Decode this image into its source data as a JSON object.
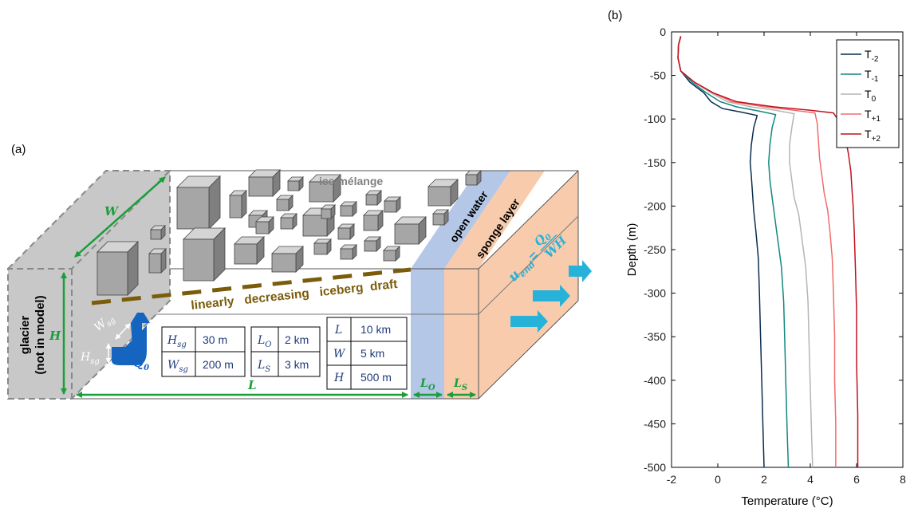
{
  "panel_a": {
    "label": "(a)",
    "glacier_lines": [
      "glacier",
      "(not in model)"
    ],
    "ice_melange": "ice mélange",
    "open_water": "open water",
    "sponge_layer": "sponge layer",
    "iceberg_draft": "linearly   decreasing   iceberg  draft",
    "dims": {
      "W": "W",
      "H": "H",
      "L": "L",
      "Lo": "L",
      "Lo_sub": "O",
      "Ls": "L",
      "Ls_sub": "S",
      "Wsg": "W",
      "Wsg_sub": "sg",
      "Hsg": "H",
      "Hsg_sub": "sg",
      "Q0": "Q",
      "Q0_sub": "0"
    },
    "formula": {
      "u": "u",
      "u_sub": "end",
      "eq": "=",
      "num": "Q",
      "num_sub": "0",
      "den": "WH"
    },
    "table1": [
      {
        "sym": "H",
        "sub": "sg",
        "val": "30 m"
      },
      {
        "sym": "W",
        "sub": "sg",
        "val": "200 m"
      }
    ],
    "table2": [
      {
        "sym": "L",
        "sub": "O",
        "val": "2 km"
      },
      {
        "sym": "L",
        "sub": "S",
        "val": "3 km"
      }
    ],
    "table3": [
      {
        "sym": "L",
        "sub": "",
        "val": "10 km"
      },
      {
        "sym": "W",
        "sub": "",
        "val": "5 km"
      },
      {
        "sym": "H",
        "sub": "",
        "val": "500 m"
      }
    ],
    "colors": {
      "green": "#1a9e3a",
      "brown": "#7a5c0a",
      "blue": "#1565c0",
      "cyan": "#27b3d9",
      "open_water": "#b4c7e7",
      "sponge": "#f8cbad",
      "glacier": "#c8c8c8",
      "iceberg": "#a6a6a6",
      "navy": "#1f3b7a"
    }
  },
  "panel_b": {
    "label": "(b)",
    "chart_data": {
      "type": "line",
      "xlabel": "Temperature (°C)",
      "ylabel": "Depth (m)",
      "xlim": [
        -2,
        8
      ],
      "ylim": [
        -500,
        0
      ],
      "xticks": [
        -2,
        0,
        2,
        4,
        6,
        8
      ],
      "yticks": [
        0,
        -50,
        -100,
        -150,
        -200,
        -250,
        -300,
        -350,
        -400,
        -450,
        -500
      ],
      "grid": false,
      "legend_position": "top-right",
      "series": [
        {
          "name": "T",
          "sub": "-2",
          "color": "#0b2d4f",
          "points": [
            [
              -1.6,
              -5
            ],
            [
              -1.7,
              -15
            ],
            [
              -1.72,
              -30
            ],
            [
              -1.6,
              -45
            ],
            [
              -1.2,
              -58
            ],
            [
              -0.6,
              -70
            ],
            [
              -0.3,
              -80
            ],
            [
              0.2,
              -88
            ],
            [
              1.0,
              -92
            ],
            [
              1.7,
              -96
            ],
            [
              1.55,
              -110
            ],
            [
              1.45,
              -130
            ],
            [
              1.4,
              -150
            ],
            [
              1.45,
              -165
            ],
            [
              1.5,
              -185
            ],
            [
              1.55,
              -205
            ],
            [
              1.65,
              -230
            ],
            [
              1.75,
              -260
            ],
            [
              1.8,
              -300
            ],
            [
              1.85,
              -350
            ],
            [
              1.9,
              -400
            ],
            [
              1.95,
              -450
            ],
            [
              2.0,
              -500
            ]
          ]
        },
        {
          "name": "T",
          "sub": "-1",
          "color": "#12877f",
          "points": [
            [
              -1.6,
              -5
            ],
            [
              -1.7,
              -15
            ],
            [
              -1.72,
              -30
            ],
            [
              -1.6,
              -45
            ],
            [
              -1.1,
              -58
            ],
            [
              -0.5,
              -70
            ],
            [
              0.1,
              -80
            ],
            [
              0.8,
              -86
            ],
            [
              1.8,
              -91
            ],
            [
              2.5,
              -95
            ],
            [
              2.35,
              -110
            ],
            [
              2.25,
              -130
            ],
            [
              2.2,
              -150
            ],
            [
              2.25,
              -170
            ],
            [
              2.35,
              -190
            ],
            [
              2.45,
              -210
            ],
            [
              2.6,
              -240
            ],
            [
              2.75,
              -270
            ],
            [
              2.85,
              -310
            ],
            [
              2.9,
              -360
            ],
            [
              2.95,
              -410
            ],
            [
              3.0,
              -460
            ],
            [
              3.05,
              -500
            ]
          ]
        },
        {
          "name": "T",
          "sub": "0",
          "color": "#b5b5b5",
          "points": [
            [
              -1.6,
              -5
            ],
            [
              -1.7,
              -15
            ],
            [
              -1.72,
              -30
            ],
            [
              -1.6,
              -45
            ],
            [
              -1.0,
              -58
            ],
            [
              -0.3,
              -70
            ],
            [
              0.4,
              -80
            ],
            [
              1.4,
              -86
            ],
            [
              2.5,
              -90
            ],
            [
              3.3,
              -94
            ],
            [
              3.2,
              -110
            ],
            [
              3.1,
              -130
            ],
            [
              3.1,
              -150
            ],
            [
              3.2,
              -170
            ],
            [
              3.3,
              -190
            ],
            [
              3.5,
              -210
            ],
            [
              3.65,
              -240
            ],
            [
              3.8,
              -270
            ],
            [
              3.9,
              -310
            ],
            [
              3.95,
              -360
            ],
            [
              4.0,
              -410
            ],
            [
              4.05,
              -460
            ],
            [
              4.1,
              -500
            ]
          ]
        },
        {
          "name": "T",
          "sub": "+1",
          "color": "#f26b6b",
          "points": [
            [
              -1.6,
              -5
            ],
            [
              -1.7,
              -15
            ],
            [
              -1.72,
              -30
            ],
            [
              -1.6,
              -45
            ],
            [
              -1.0,
              -58
            ],
            [
              -0.2,
              -70
            ],
            [
              0.6,
              -80
            ],
            [
              2.0,
              -86
            ],
            [
              3.3,
              -90
            ],
            [
              4.2,
              -93
            ],
            [
              4.3,
              -105
            ],
            [
              4.35,
              -125
            ],
            [
              4.4,
              -145
            ],
            [
              4.5,
              -165
            ],
            [
              4.6,
              -185
            ],
            [
              4.75,
              -205
            ],
            [
              4.85,
              -230
            ],
            [
              4.95,
              -260
            ],
            [
              5.0,
              -300
            ],
            [
              5.05,
              -350
            ],
            [
              5.05,
              -400
            ],
            [
              5.1,
              -450
            ],
            [
              5.1,
              -500
            ]
          ]
        },
        {
          "name": "T",
          "sub": "+2",
          "color": "#c0111f",
          "points": [
            [
              -1.6,
              -5
            ],
            [
              -1.7,
              -15
            ],
            [
              -1.72,
              -30
            ],
            [
              -1.6,
              -45
            ],
            [
              -1.0,
              -58
            ],
            [
              -0.2,
              -70
            ],
            [
              0.8,
              -80
            ],
            [
              2.4,
              -86
            ],
            [
              4.0,
              -90
            ],
            [
              5.0,
              -93
            ],
            [
              5.3,
              -105
            ],
            [
              5.5,
              -120
            ],
            [
              5.65,
              -140
            ],
            [
              5.75,
              -160
            ],
            [
              5.8,
              -180
            ],
            [
              5.85,
              -200
            ],
            [
              5.9,
              -230
            ],
            [
              5.95,
              -270
            ],
            [
              6.0,
              -320
            ],
            [
              6.0,
              -380
            ],
            [
              6.05,
              -440
            ],
            [
              6.05,
              -500
            ]
          ]
        }
      ]
    }
  }
}
